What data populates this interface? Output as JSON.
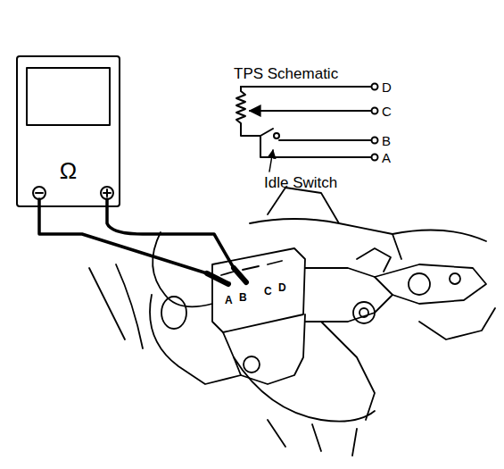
{
  "diagram": {
    "nodes": [
      {
        "text": [
          "Ω"
        ]
      }
    ],
    "labels": [
      "TPS Schematic",
      "D",
      "C",
      "B",
      "A",
      "Idle Switch",
      "A",
      "B",
      "C",
      "D"
    ]
  }
}
